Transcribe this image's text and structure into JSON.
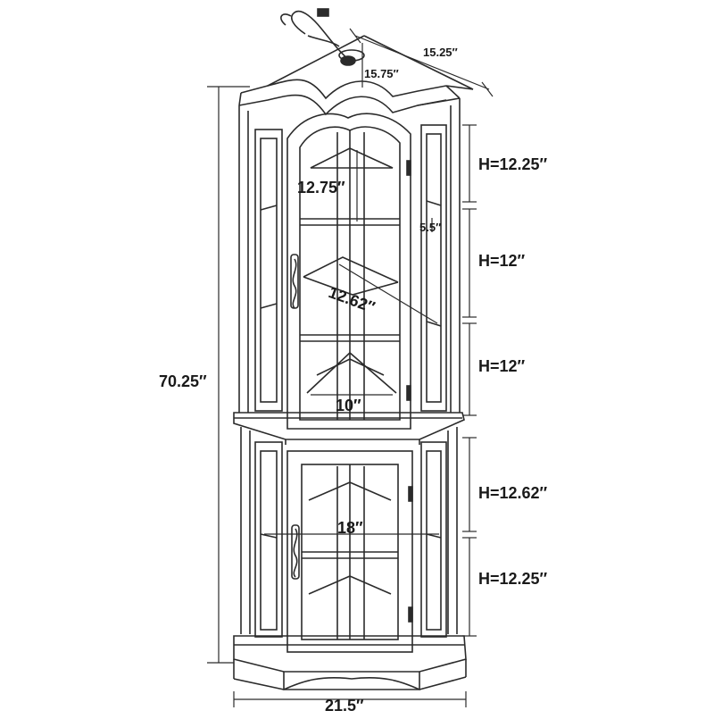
{
  "dimensions": {
    "total_height": "70.25″",
    "base_width": "21.5″",
    "top_depth": "15.25″",
    "top_side": "15.75″",
    "interior_width": "18″",
    "shelf_width": "10″",
    "shelf_diagonal": "12.62″",
    "top_shelf_depth": "12.75″",
    "side_gap": "5.5″"
  },
  "heights": {
    "h1": "H=12.25″",
    "h2": "H=12″",
    "h3": "H=12″",
    "h4": "H=12.62″",
    "h5": "H=12.25″"
  },
  "colors": {
    "line": "#2b2b2b",
    "fill": "#ffffff"
  }
}
